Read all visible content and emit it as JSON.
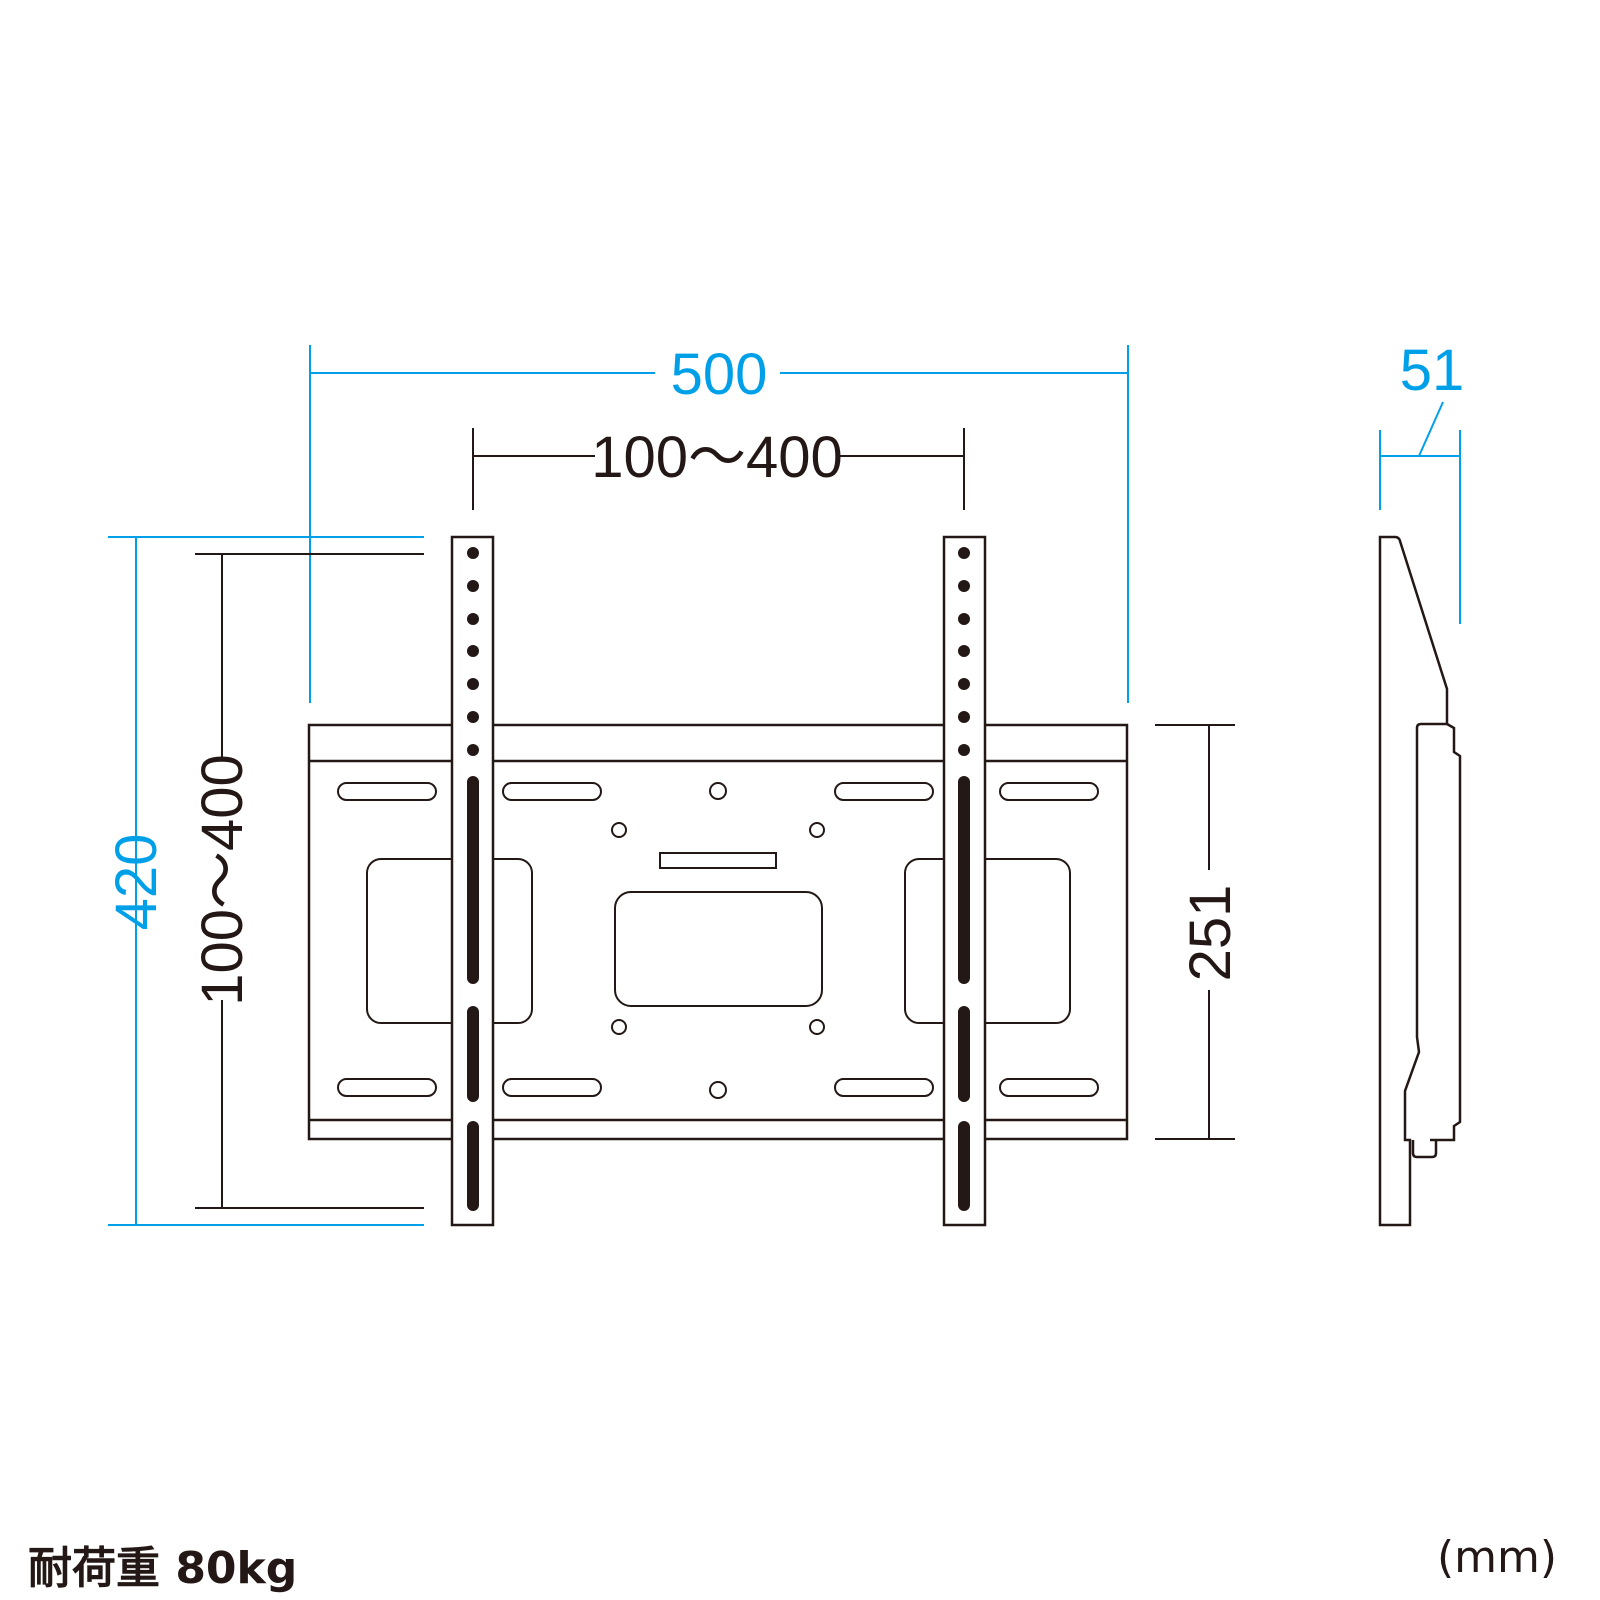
{
  "front_view": {
    "overall_width": "500",
    "vesa_horizontal": "100～400",
    "overall_height": "420",
    "vesa_vertical": "100～400",
    "plate_height": "251"
  },
  "side_view": {
    "depth": "51"
  },
  "footer": {
    "load_label": "耐荷重 80kg",
    "unit_label": "(mm)"
  },
  "colors": {
    "line": "#231815",
    "dimension_accent": "#00a0e9"
  }
}
